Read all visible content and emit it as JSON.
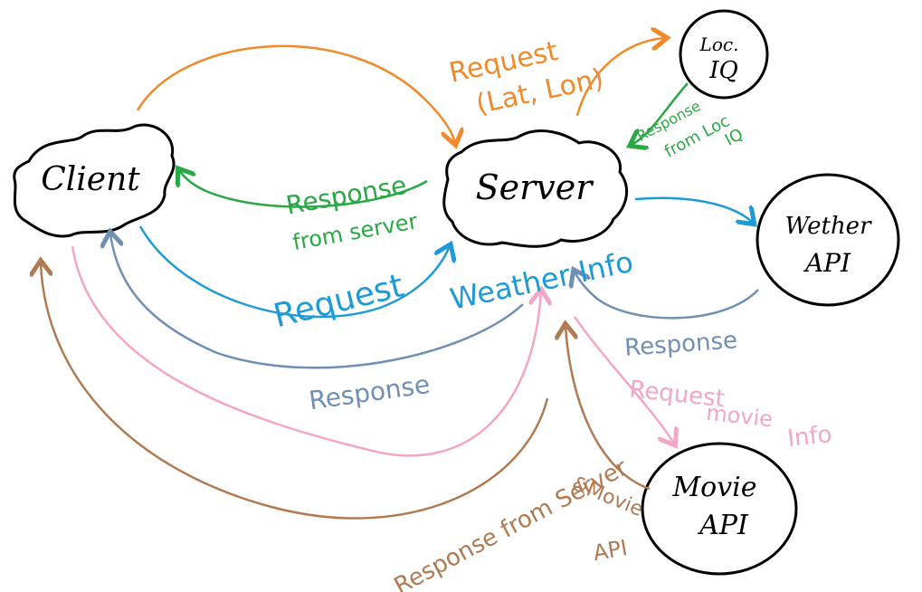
{
  "nodes": {
    "client": {
      "label": "Client"
    },
    "server": {
      "label": "Server"
    },
    "loc_iq": {
      "line1": "Loc.",
      "line2": "IQ"
    },
    "weather_api": {
      "line1": "Wether",
      "line2": "API"
    },
    "movie_api": {
      "line1": "Movie",
      "line2": "API"
    }
  },
  "labels": {
    "request_lat_lon_1": "Request",
    "request_lat_lon_2": "(Lat, Lon)",
    "response_from_loc_iq_1": "Response",
    "response_from_loc_iq_2": "from Loc",
    "response_from_loc_iq_3": "IQ",
    "response_from_server_1": "Response",
    "response_from_server_2": "from server",
    "request_weather_info_1": "Request",
    "request_weather_info_2": "Weather Info",
    "response_weather_api": "Response",
    "response_to_client": "Response",
    "request_movie_info_1": "Request",
    "request_movie_info_2": "movie",
    "request_movie_info_3": "Info",
    "response_movie_1": "Response from Server",
    "response_movie_2": "&Movie",
    "response_movie_3": "API"
  },
  "colors": {
    "orange": "#f08a2a",
    "green": "#2aa845",
    "blue": "#1e9bd7",
    "steel": "#6f8fb5",
    "pink": "#f4a6c6",
    "brown": "#b07a52",
    "black": "#000000"
  }
}
